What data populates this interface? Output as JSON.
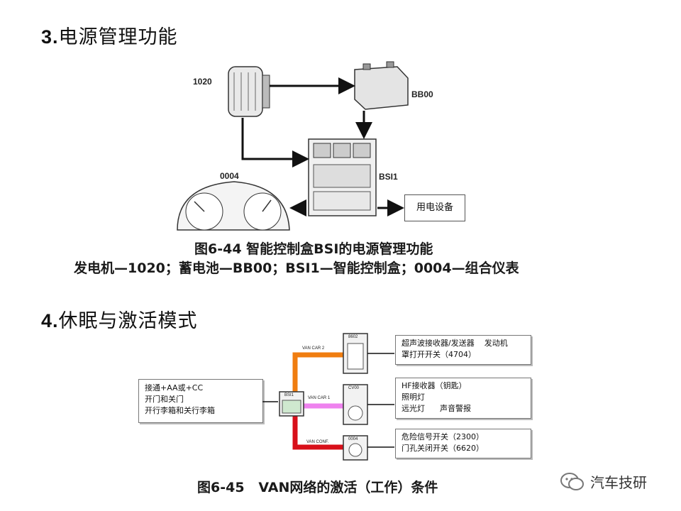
{
  "section3": {
    "number": "3.",
    "title": "电源管理功能"
  },
  "fig44": {
    "labels": {
      "alternator": "1020",
      "battery": "BB00",
      "bsi": "BSI1",
      "cluster": "0004",
      "consumers": "用电设备"
    },
    "caption_title": "图6-44  智能控制盒BSI的电源管理功能",
    "caption_legend": "发电机—1020；蓄电池—BB00；BSI1—智能控制盒；0004—组合仪表"
  },
  "section4": {
    "number": "4.",
    "title": "休眠与激活模式"
  },
  "fig45": {
    "left_box": [
      "接通+AA或+CC",
      "开门和关门",
      "开行李箱和关行李箱"
    ],
    "bsi_label": "BSI1",
    "bus": {
      "car2": "VAN CAR 2",
      "car1": "VAN CAR 1",
      "conf": "VAN CONF."
    },
    "modules": {
      "top": "8602",
      "mid": "CV00",
      "bot": "0004"
    },
    "right_boxes": {
      "top": [
        "超声波接收器/发送器    发动机",
        "罩打开开关（4704）"
      ],
      "mid": [
        "HF接收器（钥匙）",
        "照明灯",
        "远光灯      声音警报"
      ],
      "bot": [
        "危险信号开关（2300）",
        "门孔关闭开关（6620）"
      ]
    },
    "caption": "图6-45   VAN网络的激活（工作）条件"
  },
  "watermark": {
    "text": "汽车技研",
    "icon": "wechat-icon"
  },
  "colors": {
    "bus_car2": "#f07d10",
    "bus_car1": "#ee82ee",
    "bus_conf": "#d8101a"
  }
}
